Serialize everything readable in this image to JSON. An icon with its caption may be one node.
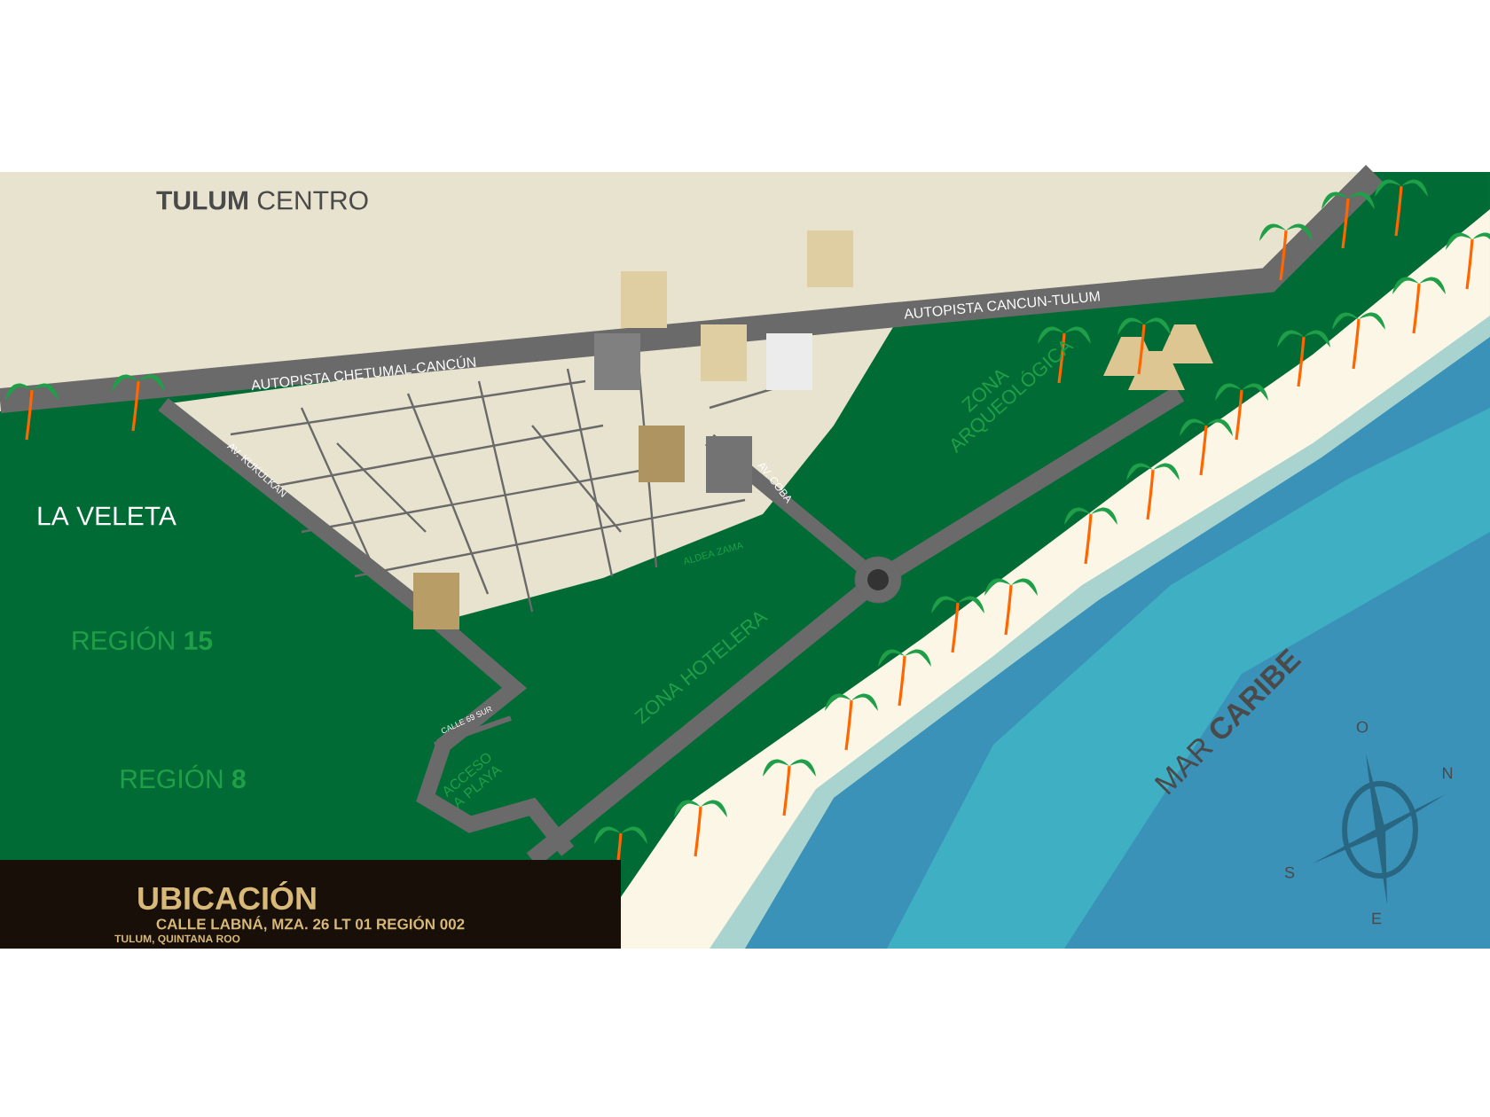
{
  "diagram": {
    "labels": [
      "**TULUM** CENTRO",
      "AUTOPISTA CANCUN-TULUM",
      "AUTOPISTA CHETUMAL-CANCÚN",
      "ZONA ARQUEOLÓGICA",
      "AV. KUKULKAN",
      "AV. COBA",
      "LA VELETA",
      "ALDEA ZAMA",
      "REGIÓN **15**",
      "ZONA HOTELERA",
      "CALLE 69 SUR",
      "REGIÓN **8**",
      "ACCESO A PLAYA",
      "MAR **CARIBE**",
      "O",
      "N",
      "S",
      "E",
      "UBICACIÓN",
      "CALLE LABNÁ, MZA. 26 LT 01 REGIÓN 002",
      "TULUM, QUINTANA ROO"
    ]
  }
}
